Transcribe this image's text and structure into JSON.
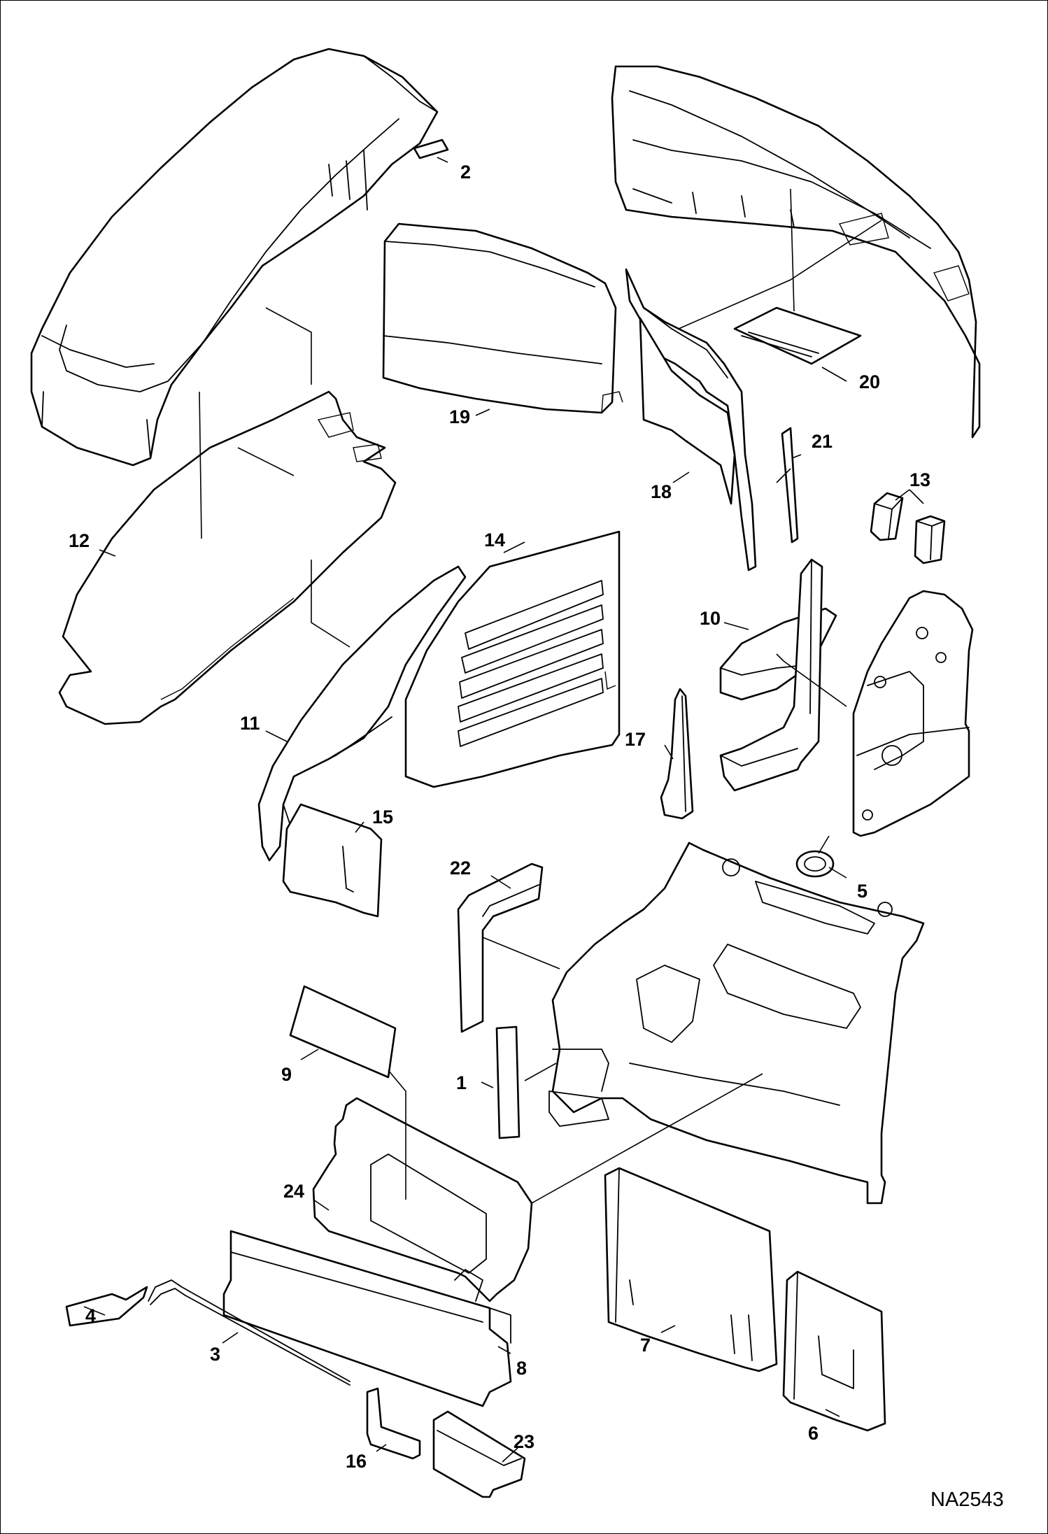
{
  "figure": {
    "reference_code": "NA2543"
  },
  "callouts": [
    {
      "id": "c1",
      "label": "1"
    },
    {
      "id": "c2",
      "label": "2"
    },
    {
      "id": "c3",
      "label": "3"
    },
    {
      "id": "c4",
      "label": "4"
    },
    {
      "id": "c5",
      "label": "5"
    },
    {
      "id": "c6",
      "label": "6"
    },
    {
      "id": "c7",
      "label": "7"
    },
    {
      "id": "c8",
      "label": "8"
    },
    {
      "id": "c9",
      "label": "9"
    },
    {
      "id": "c10",
      "label": "10"
    },
    {
      "id": "c11",
      "label": "11"
    },
    {
      "id": "c12",
      "label": "12"
    },
    {
      "id": "c13",
      "label": "13"
    },
    {
      "id": "c14",
      "label": "14"
    },
    {
      "id": "c15",
      "label": "15"
    },
    {
      "id": "c16",
      "label": "16"
    },
    {
      "id": "c17",
      "label": "17"
    },
    {
      "id": "c18",
      "label": "18"
    },
    {
      "id": "c19",
      "label": "19"
    },
    {
      "id": "c20",
      "label": "20"
    },
    {
      "id": "c21",
      "label": "21"
    },
    {
      "id": "c22",
      "label": "22"
    },
    {
      "id": "c23",
      "label": "23"
    },
    {
      "id": "c24",
      "label": "24"
    }
  ]
}
